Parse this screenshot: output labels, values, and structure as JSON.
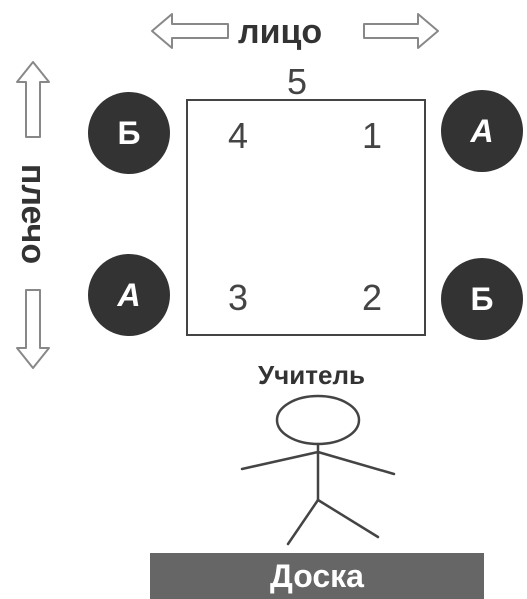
{
  "labels": {
    "face": "лицо",
    "shoulder": "плечо",
    "teacher": "Учитель",
    "board": "Доска"
  },
  "desk": {
    "top": "5",
    "top_left": "4",
    "top_right": "1",
    "bottom_left": "3",
    "bottom_right": "2"
  },
  "seats": {
    "top_left": "Б",
    "top_right": "А",
    "bottom_left": "А",
    "bottom_right": "Б"
  },
  "colors": {
    "seat_fill": "#333333",
    "board_fill": "#666666",
    "arrow_stroke": "#888888",
    "line": "#444444"
  }
}
